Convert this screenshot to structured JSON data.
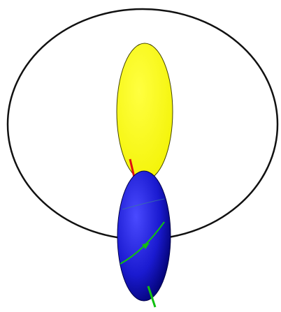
{
  "colors": {
    "background": "#ffffff",
    "orbit": "#111111",
    "upper_ellipsoid": "#ffff00",
    "lower_ellipsoid": "#1a1ad0",
    "lower_ellipsoid_shadow": "#00006a",
    "red_axis": "#e01010",
    "green_axis": "#10c010"
  },
  "elements": {
    "orbit_ellipse": "orbit-ring",
    "upper_shape": "yellow-ellipsoid",
    "lower_shape": "blue-ellipsoid",
    "red_vector": "red-arrow",
    "green_vector": "green-arrow"
  }
}
